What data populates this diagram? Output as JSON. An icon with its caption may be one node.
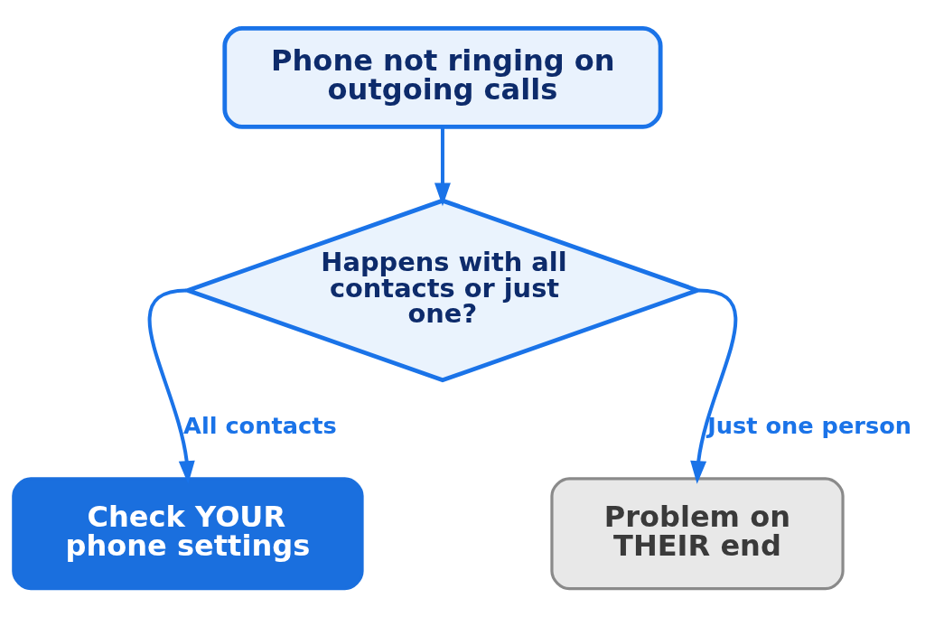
{
  "diagram": {
    "nodes": [
      {
        "text": [
          "Phone not ringing on outgoing calls"
        ]
      },
      {
        "text": [
          "Happens with all contacts or just one?"
        ]
      },
      {
        "text": [
          "Check YOUR phone settings"
        ]
      },
      {
        "text": [
          "Problem on THEIR end"
        ]
      }
    ],
    "edges": [
      {
        "from": 0,
        "to": 1,
        "arrow": "to"
      },
      {
        "from": 1,
        "to": 2,
        "label": "All contacts",
        "arrow": "to"
      },
      {
        "from": 1,
        "to": 3,
        "label": "Just one person",
        "arrow": "to"
      }
    ]
  }
}
